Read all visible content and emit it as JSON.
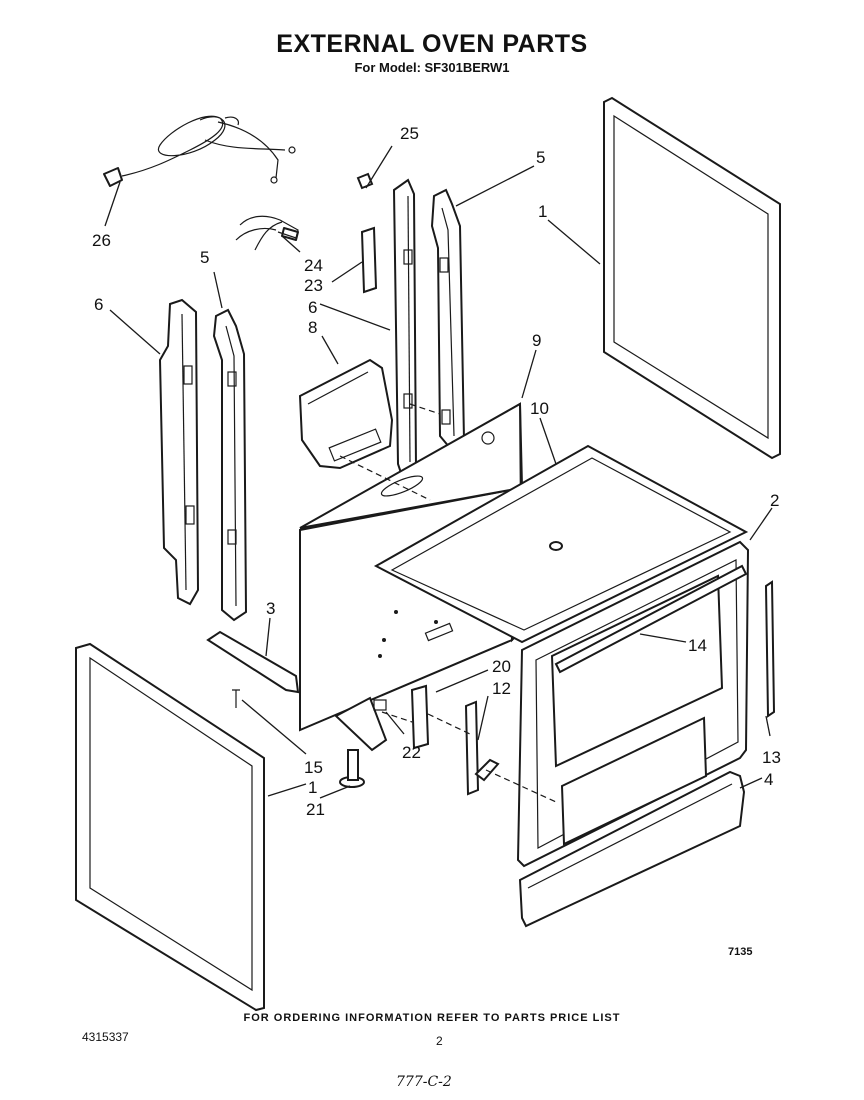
{
  "title": "EXTERNAL OVEN PARTS",
  "subtitle": "For Model: SF301BERW1",
  "figure_number": "7135",
  "footer_note": "FOR ORDERING INFORMATION REFER TO PARTS PRICE LIST",
  "doc_number": "4315337",
  "page_number": "2",
  "handwritten_code": "777-C-2",
  "callouts": {
    "c1_top": "1",
    "c1_bottom": "1",
    "c2": "2",
    "c3": "3",
    "c4": "4",
    "c5_left": "5",
    "c5_right": "5",
    "c6_left": "6",
    "c6_right": "6",
    "c8": "8",
    "c9": "9",
    "c10": "10",
    "c12": "12",
    "c13": "13",
    "c14": "14",
    "c15": "15",
    "c20": "20",
    "c21": "21",
    "c22": "22",
    "c23": "23",
    "c24": "24",
    "c25": "25",
    "c26": "26"
  }
}
